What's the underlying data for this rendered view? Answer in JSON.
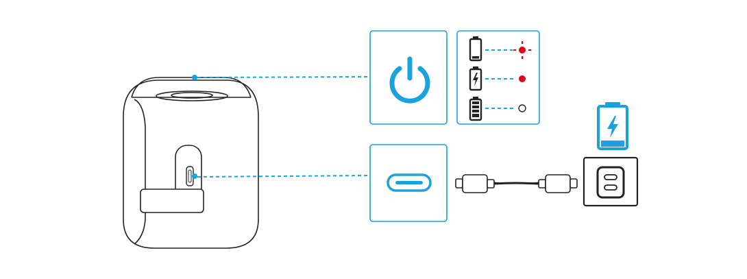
{
  "colors": {
    "accent": "#1BA1DB",
    "line": "#222222",
    "indicator_red": "#E0001B",
    "background": "#FFFFFF"
  },
  "callouts": {
    "power": {
      "icon": "power-icon",
      "states": [
        {
          "battery": "battery-low-icon",
          "indicator": "red-blinking-light",
          "color": "#E0001B",
          "fill_fraction": 0.15,
          "blinking": true
        },
        {
          "battery": "battery-charging-icon",
          "indicator": "red-solid-light",
          "color": "#E0001B",
          "fill_fraction": 0.0,
          "blinking": false
        },
        {
          "battery": "battery-full-icon",
          "indicator": "light-off",
          "color": "#FFFFFF",
          "fill_fraction": 1.0,
          "blinking": false
        }
      ]
    },
    "charging": {
      "port_icon": "usb-c-port-icon",
      "cable_icon": "usb-c-cable-icon",
      "adapter_icon": "usb-c-wall-adapter-icon",
      "battery_icon": "battery-charging-blue-icon",
      "battery_fill_fraction": 0.2
    }
  }
}
